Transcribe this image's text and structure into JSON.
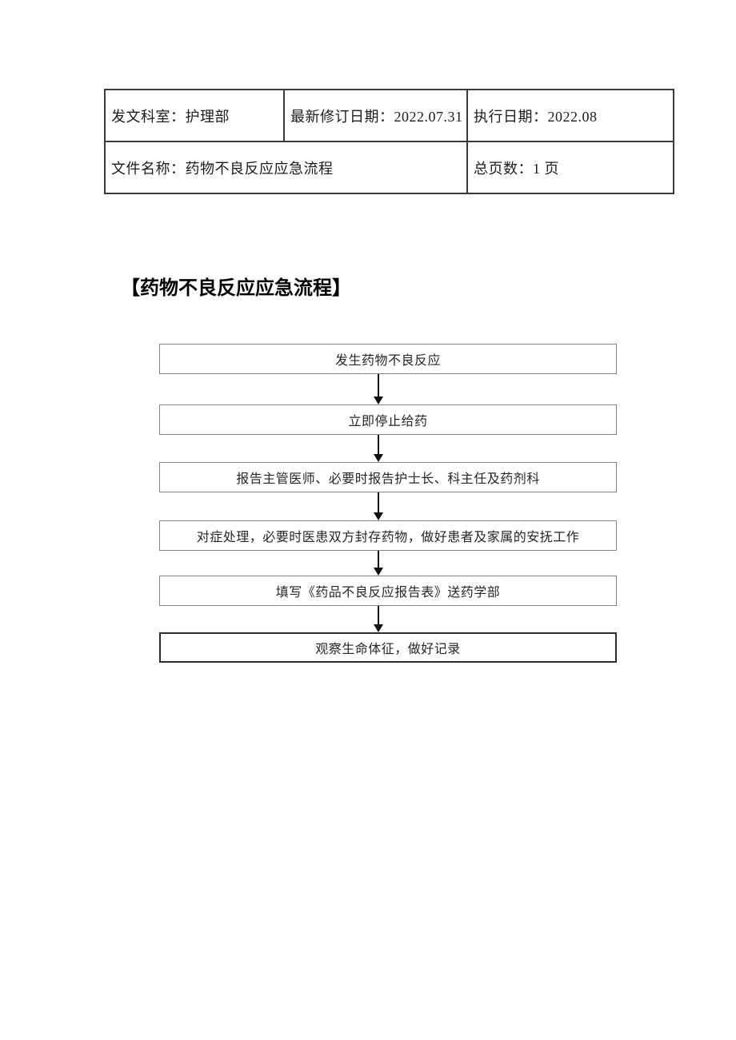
{
  "page": {
    "background": "#ffffff"
  },
  "header_table": {
    "issuing_dept": "发文科室：护理部",
    "revision_date": "最新修订日期：2022.07.31",
    "execution_date": "执行日期：2022.08",
    "file_name": "文件名称：药物不良反应应急流程",
    "total_pages": "总页数：1 页"
  },
  "section_title": "【药物不良反应应急流程】",
  "flowchart": {
    "connector": "arrow-down",
    "steps": [
      {
        "label": "发生药物不良反应"
      },
      {
        "label": "立即停止给药"
      },
      {
        "label": "报告主管医师、必要时报告护士长、科主任及药剂科"
      },
      {
        "label": "对症处理，必要时医患双方封存药物，做好患者及家属的安抚工作"
      },
      {
        "label": "填写《药品不良反应报告表》送药学部"
      },
      {
        "label": "观察生命体征，做好记录"
      }
    ]
  },
  "icons": {
    "flow_arrow": "solid-down-triangle"
  },
  "colors": {
    "table_border": "#3a3a3a",
    "box_border": "#828282",
    "final_box_border": "#2d2d2d",
    "arrow": "#111111",
    "text": "#1c1c1c",
    "background": "#ffffff"
  }
}
